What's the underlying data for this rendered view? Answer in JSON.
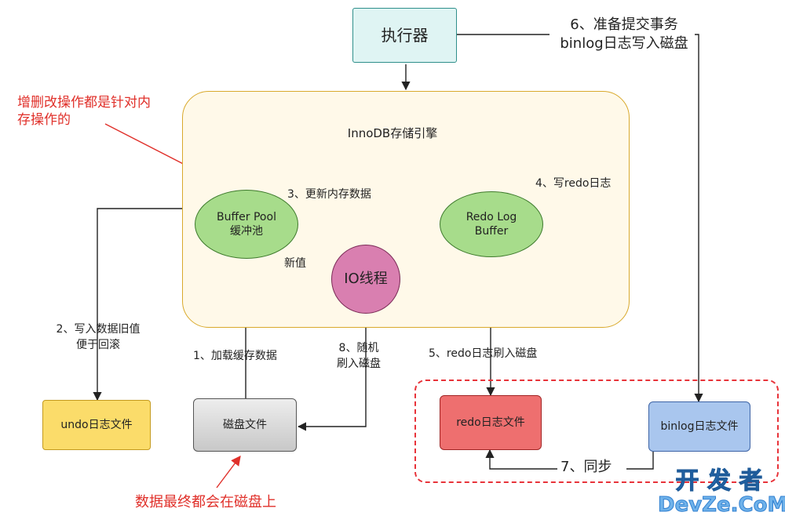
{
  "executor": "执行器",
  "engine_title": "InnoDB存储引擎",
  "buffer_pool": [
    "Buffer Pool",
    "缓冲池"
  ],
  "redo_log_buffer": [
    "Redo Log",
    "Buffer"
  ],
  "io_thread": "IO线程",
  "undo_file": "undo日志文件",
  "disk_file": "磁盘文件",
  "redo_file": "redo日志文件",
  "binlog_file": "binlog日志文件",
  "steps": {
    "s1": "1、加载缓存数据",
    "s2": [
      "2、写入数据旧值",
      "便于回滚"
    ],
    "s3": "3、更新内存数据",
    "s4": "4、写redo日志",
    "s5": "5、redo日志刷入磁盘",
    "s6": [
      "6、准备提交事务",
      "binlog日志写入磁盘"
    ],
    "s7": "7、同步",
    "s8": [
      "8、随机",
      "刷入磁盘"
    ],
    "new_value": "新值"
  },
  "notes": {
    "memory_ops": [
      "增删改操作都是针对内",
      "存操作的"
    ],
    "disk_final": "数据最终都会在磁盘上"
  },
  "watermark": [
    "开 发 者",
    "DevZe.CoM"
  ],
  "colors": {
    "executor_fill": "#dff4f3",
    "engine_fill": "#fff9e9",
    "engine_border": "#d9a92c",
    "node_green": "#a7dc8b",
    "io_pink": "#d97fb0",
    "undo_yellow": "#fbdc6a",
    "disk_gray": "#d6d6d6",
    "redo_red": "#ee6f6f",
    "binlog_blue": "#a9c6ee",
    "red_note": "#e0302a",
    "dashed_red": "#e8333a"
  }
}
